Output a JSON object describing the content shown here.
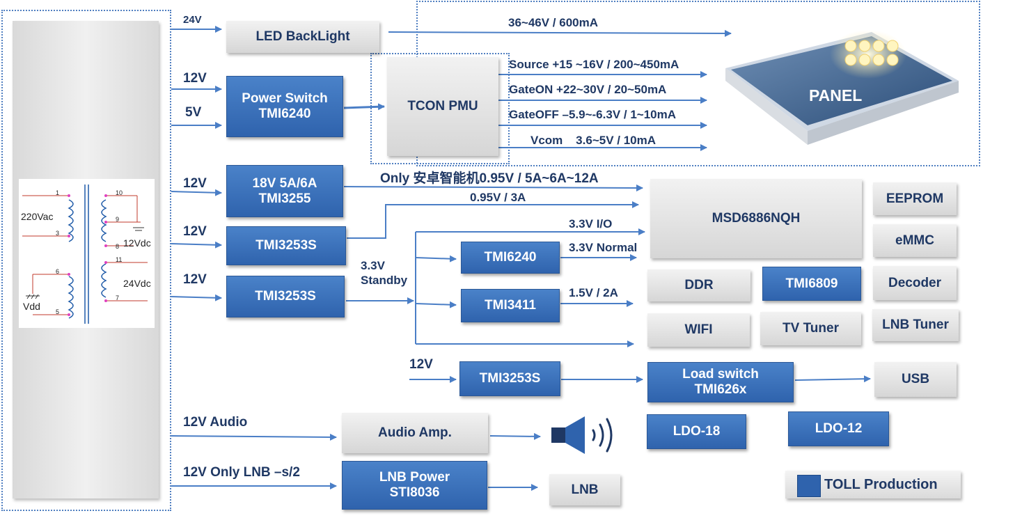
{
  "blocks": {
    "led_backlight": "LED BackLight",
    "power_switch": "Power Switch\nTMI6240",
    "tcon_pmu": "TCON PMU",
    "panel": "PANEL",
    "tmi3255": "18V 5A/6A\nTMI3255",
    "tmi3253s_1": "TMI3253S",
    "tmi3253s_2": "TMI3253S",
    "tmi6240": "TMI6240",
    "tmi3411": "TMI3411",
    "tmi3253s_3": "TMI3253S",
    "msd": "MSD6886NQH",
    "eeprom": "EEPROM",
    "emmc": "eMMC",
    "ddr": "DDR",
    "tmi6809": "TMI6809",
    "decoder": "Decoder",
    "wifi": "WIFI",
    "tv_tuner": "TV Tuner",
    "lnb_tuner": "LNB Tuner",
    "load_switch": "Load switch\nTMI626x",
    "usb": "USB",
    "audio_amp": "Audio Amp.",
    "ldo18": "LDO-18",
    "ldo12": "LDO-12",
    "lnb_power": "LNB Power\nSTI8036",
    "lnb": "LNB"
  },
  "labels": {
    "v24": "24V",
    "v12_a": "12V",
    "v5": "5V",
    "v12_b": "12V",
    "v12_c": "12V",
    "v12_d": "12V",
    "v12_e": "12V",
    "v12_audio": "12V Audio",
    "v12_lnb": "12V  Only LNB  –s/2",
    "backlight_out": "36~46V / 600mA",
    "source": "Source +15 ~16V / 200~450mA",
    "gateon": "GateON  +22~30V / 20~50mA",
    "gateoff": "GateOFF –5.9~-6.3V / 1~10mA",
    "vcom": "Vcom    3.6~5V / 10mA",
    "only_android": "Only 安卓智能机0.95V / 5A~6A~12A",
    "v095": "0.95V / 3A",
    "v33io": "3.3V  I/O",
    "v33normal": "3.3V Normal",
    "v33standby": "3.3V\nStandby",
    "v15": "1.5V / 2A"
  },
  "transformer": {
    "primary": "220Vac",
    "vdd": "Vdd",
    "out1": "12Vdc",
    "out2": "24Vdc",
    "pins": [
      "1",
      "3",
      "6",
      "5",
      "10",
      "9",
      "8",
      "11",
      "7"
    ]
  },
  "legend": {
    "text": "TOLL Production"
  },
  "colors": {
    "blue": "#2f63ad",
    "gray": "#d6d6d6",
    "text": "#1f3864",
    "wire": "#4a7ec6"
  }
}
